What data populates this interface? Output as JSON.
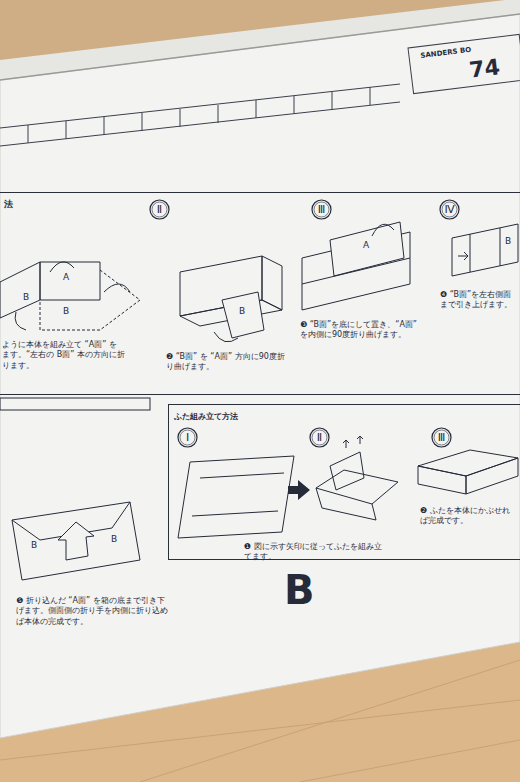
{
  "diagram": {
    "nodes": [
      {
        "text": [
          "法"
        ]
      },
      {
        "text": [
          "Ⅱ"
        ],
        "in": 0
      },
      {
        "text": [
          "Ⅲ"
        ],
        "in": 0
      },
      {
        "text": [
          "Ⅳ"
        ],
        "in": 0
      },
      {
        "text": [
          "ふた組み立て方法"
        ]
      },
      {
        "text": [
          "Ⅰ"
        ],
        "in": 4
      },
      {
        "text": [
          "Ⅱ"
        ],
        "in": 4
      },
      {
        "text": [
          "Ⅲ"
        ],
        "in": 4
      }
    ],
    "labels": [
      "SANDERS BO",
      "74",
      "ように本体を組み立て “A面” を ます。“左右の B面” 本の方向に折ります。",
      "❷ “B面” を “A面” 方向に90度折り曲げます。",
      "❸ “B面”を底にして置き、“A面” を内側に90度折り曲げます。",
      "❹ “B面”を左右側面まで引き上げます。",
      "❶ 図に示す矢印に従ってふたを組み立てます。",
      "❷ ふたを本体にかぶせれば完成です。",
      "❺ 折り込んだ “A面” を箱の底まで引き下げます。側面側の折り手を内側に折り込めば本体の完成です。",
      "B",
      "A",
      "B",
      "B",
      "B",
      "A",
      "B",
      "B",
      "B"
    ]
  }
}
